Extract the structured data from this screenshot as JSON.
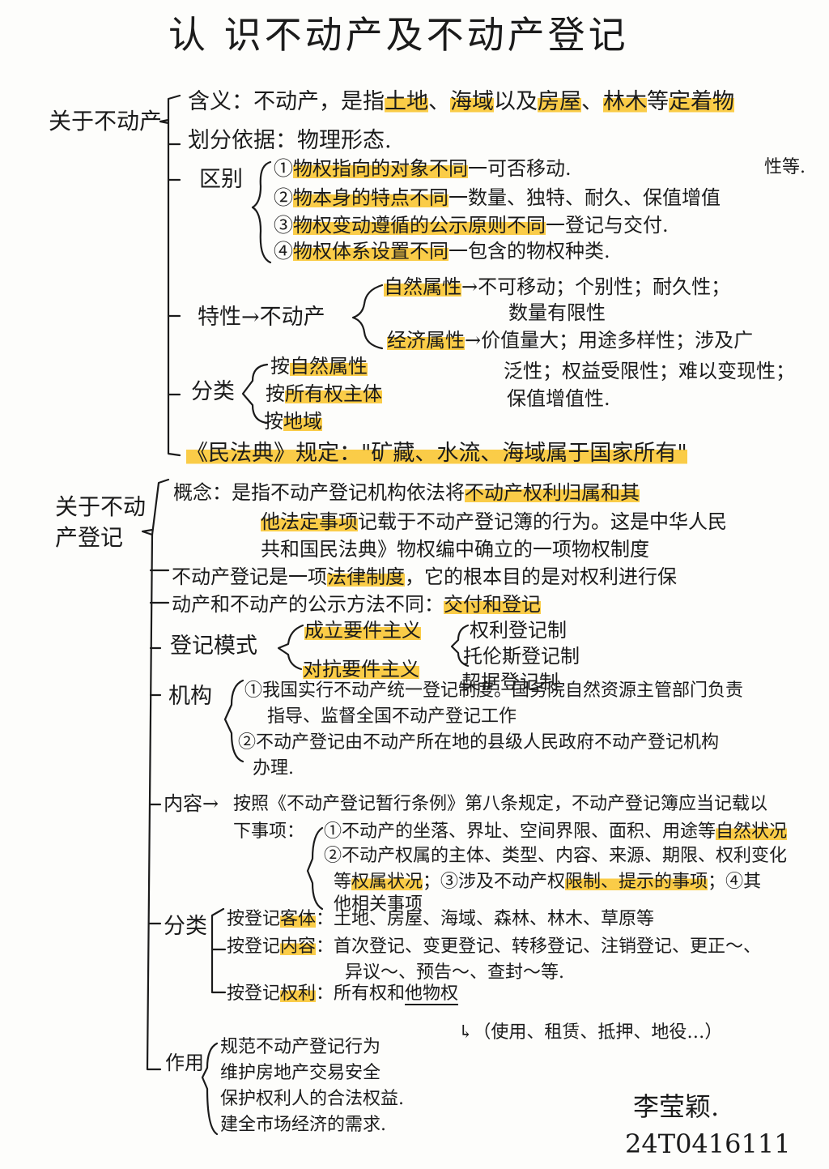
{
  "title": "认 识不动产及不动产登记",
  "s1": {
    "label": "关于不动产",
    "meaning": {
      "a": "含义：不动产，是指",
      "b": "土地",
      "c": "、",
      "d": "海域",
      "e": "以及",
      "f": "房屋",
      "g": "、",
      "h": "林木",
      "i": "等",
      "j": "定着物"
    },
    "basis": "划分依据：物理形态.",
    "diff": {
      "label": "区别",
      "i1": {
        "a": "①",
        "b": "物权指向的对象不同",
        "c": "一可否移动."
      },
      "note": "性等.",
      "i2": {
        "a": "②",
        "b": "物本身的特点不同",
        "c": "一数量、独特、耐久、保值增值"
      },
      "i3": {
        "a": "③",
        "b": "物权变动遵循的公示原则不同",
        "c": "一登记与交付."
      },
      "i4": {
        "a": "④",
        "b": "物权体系设置不同",
        "c": "一包含的物权种类."
      }
    },
    "traits": {
      "label": "特性→不动产",
      "nat": {
        "a": "自然属性",
        "b": "→不可移动；个别性；耐久性；",
        "c": "数量有限性"
      },
      "eco": {
        "a": "经济属性",
        "b": "→价值量大；用途多样性；涉及广",
        "c": "泛性；权益受限性；难以变现性；",
        "d": "保值增值性."
      }
    },
    "cls": {
      "label": "分类",
      "i1": {
        "a": "按",
        "b": "自然属性"
      },
      "i2": {
        "a": "按",
        "b": "所有权主体"
      },
      "i3": {
        "a": "按",
        "b": "地域"
      }
    },
    "code": "《民法典》规定：\"矿藏、水流、海域属于国家所有\""
  },
  "s2": {
    "label1": "关于不动",
    "label2": "产登记",
    "concept": {
      "a": "概念：是指不动产登记机构依法将",
      "b": "不动产权利归属和其",
      "c": "他法定事项",
      "d": "记载于不动产登记簿的行为。这是中华人民",
      "e": "共和国民法典》物权编中确立的一项物权制度"
    },
    "sys": {
      "a": "不动产登记是一项",
      "b": "法律制度",
      "c": "，它的根本目的是对权利进行保"
    },
    "pub": {
      "a": "动产和不动产的公示方法不同：",
      "b": "交付和登记"
    },
    "mode": {
      "label": "登记模式",
      "m1": "成立要件主义",
      "m2": "对抗要件主义",
      "s1": "权利登记制",
      "s2": "托伦斯登记制",
      "s3": "契据登记制"
    },
    "org": {
      "label": "机构",
      "l1": "①我国实行不动产统一登记制度。国务院自然资源主管部门负责",
      "l2": "指导、监督全国不动产登记工作",
      "l3": "②不动产登记由不动产所在地的县级人民政府不动产登记机构",
      "l4": "办理."
    },
    "content": {
      "label": "内容→",
      "l1": "按照《不动产登记暂行条例》第八条规定，不动产登记簿应当记载以",
      "l2": "下事项：",
      "l3a": "①不动产的坐落、界址、空间界限、面积、用途等",
      "l3b": "自然状况",
      "l4": "②不动产权属的主体、类型、内容、来源、期限、权利变化",
      "l5a": "等",
      "l5b": "权属状况",
      "l5c": "；③涉及不动产权",
      "l5d": "限制、提示的事项",
      "l5e": "；④其",
      "l6": "他相关事项"
    },
    "cls": {
      "label": "分类",
      "i1": {
        "a": "按登记",
        "b": "客体",
        "c": "：土地、房屋、海域、森林、林木、草原等"
      },
      "i2": {
        "a": "按登记",
        "b": "内容",
        "c": "：首次登记、变更登记、转移登记、注销登记、更正～、",
        "d": "异议～、预告～、查封～等."
      },
      "i3": {
        "a": "按登记",
        "b": "权利",
        "c": "：所有权和",
        "d": "他物权",
        "e": "↳（使用、租赁、抵押、地役…）"
      }
    },
    "role": {
      "label": "作用",
      "i1": "规范不动产登记行为",
      "i2": "维护房地产交易安全",
      "i3": "保护权利人的合法权益.",
      "i4": "建全市场经济的需求."
    }
  },
  "signature": {
    "name": "李莹颖.",
    "id": "24T0416111"
  }
}
